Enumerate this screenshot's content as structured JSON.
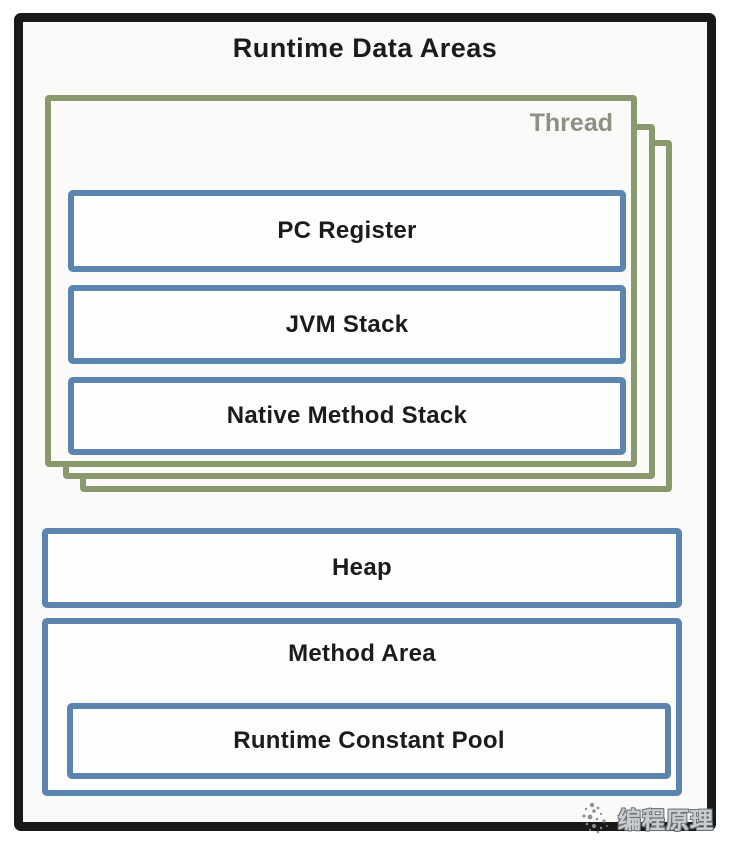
{
  "title": "Runtime Data Areas",
  "colors": {
    "frame": "#191919",
    "thread_border": "#8a996d",
    "box_border": "#5b84ae",
    "thread_label": "#8d9183",
    "background": "#fafaf8",
    "text": "#1b1b1b",
    "watermark": "#c9cdd0",
    "watermark_outline": "#6f7477"
  },
  "thread": {
    "label": "Thread",
    "stack_count": 3,
    "boxes": [
      {
        "label": "PC Register"
      },
      {
        "label": "JVM Stack"
      },
      {
        "label": "Native Method Stack"
      }
    ]
  },
  "areas": {
    "heap": {
      "label": "Heap"
    },
    "method_area": {
      "label": "Method Area",
      "inner": {
        "label": "Runtime Constant Pool"
      }
    }
  },
  "watermark": {
    "text": "编程原理",
    "logo": "splash-dots-logo"
  }
}
